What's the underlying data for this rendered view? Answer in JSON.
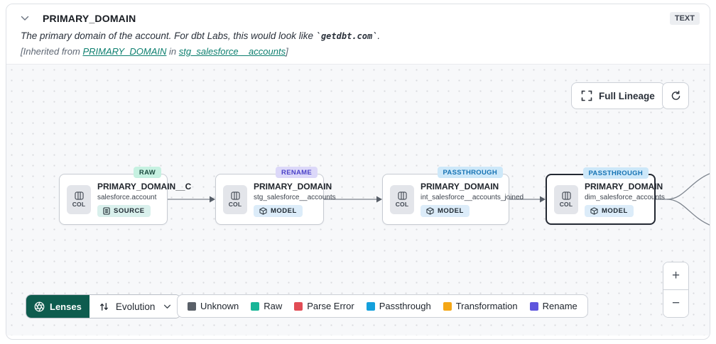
{
  "header": {
    "title": "PRIMARY_DOMAIN",
    "type_badge": "TEXT",
    "description_prefix": "The primary domain of the account. For dbt Labs, this would look like ",
    "description_code": "`getdbt.com`",
    "description_suffix": ".",
    "inherited_prefix": "[Inherited from ",
    "inherited_link_column": "PRIMARY_DOMAIN",
    "inherited_middle": " in ",
    "inherited_link_model": "stg_salesforce__accounts",
    "inherited_suffix": "]"
  },
  "toolbar": {
    "full_lineage_label": "Full Lineage"
  },
  "nodes": [
    {
      "title": "PRIMARY_DOMAIN__C",
      "subtitle": "salesforce.account",
      "resource_label": "SOURCE",
      "status": "RAW",
      "col_label": "COL"
    },
    {
      "title": "PRIMARY_DOMAIN",
      "subtitle": "stg_salesforce__accounts",
      "resource_label": "MODEL",
      "status": "RENAME",
      "col_label": "COL"
    },
    {
      "title": "PRIMARY_DOMAIN",
      "subtitle": "int_salesforce__accounts_joined",
      "resource_label": "MODEL",
      "status": "PASSTHROUGH",
      "col_label": "COL"
    },
    {
      "title": "PRIMARY_DOMAIN",
      "subtitle": "dim_salesforce_accounts",
      "resource_label": "MODEL",
      "status": "PASSTHROUGH",
      "col_label": "COL"
    }
  ],
  "lenses": {
    "button_label": "Lenses",
    "selected_lens": "Evolution"
  },
  "legend": {
    "items": [
      {
        "label": "Unknown",
        "color": "#5a6068"
      },
      {
        "label": "Raw",
        "color": "#18b597"
      },
      {
        "label": "Parse Error",
        "color": "#e14c55"
      },
      {
        "label": "Passthrough",
        "color": "#14a0dc"
      },
      {
        "label": "Transformation",
        "color": "#f4a716"
      },
      {
        "label": "Rename",
        "color": "#5e55dd"
      }
    ]
  },
  "zoom_controls": {
    "zoom_in": "+",
    "zoom_out": "−"
  },
  "colors": {
    "accent_teal_link": "#0d7f6f",
    "lenses_green": "#0e5c4e",
    "status_raw_bg": "#c6f1e1",
    "status_rename_bg": "#dcd8f9",
    "status_passthrough_bg": "#cde8f9",
    "canvas_bg": "#f7f8fa",
    "edge_gray": "#7b828c"
  }
}
